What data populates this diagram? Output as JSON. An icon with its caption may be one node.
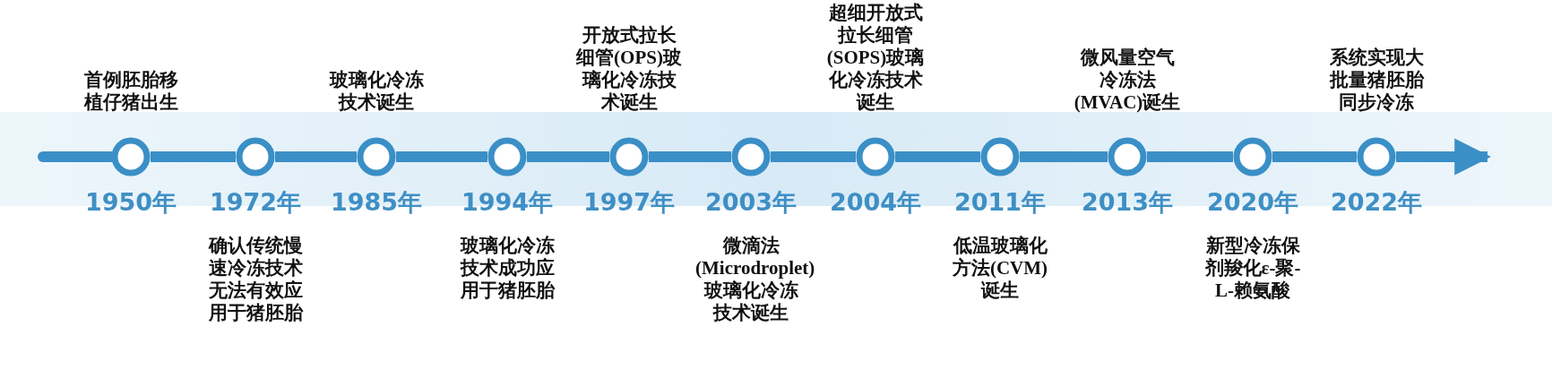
{
  "diagram": {
    "nodes": [
      {
        "text": [],
        "shape": "circle",
        "beside": [
          "1950年",
          "首例胚胎移植仔猪出生"
        ]
      },
      {
        "text": [],
        "shape": "circle",
        "beside": [
          "1972年",
          "确认传统慢速冷冻技术无法有效应用于猪胚胎"
        ]
      },
      {
        "text": [],
        "shape": "circle",
        "beside": [
          "1985年",
          "玻璃化冷冻技术诞生"
        ]
      },
      {
        "text": [],
        "shape": "circle",
        "beside": [
          "1994年",
          "玻璃化冷冻技术成功应用于猪胚胎"
        ]
      },
      {
        "text": [],
        "shape": "circle",
        "beside": [
          "1997年",
          "开放式拉长细管(OPS)玻璃化冷冻技术诞生"
        ]
      },
      {
        "text": [],
        "shape": "circle",
        "beside": [
          "2003年",
          "微滴法(Microdroplet)玻璃化冷冻技术诞生"
        ]
      },
      {
        "text": [],
        "shape": "circle",
        "beside": [
          "2004年",
          "超细开放式拉长细管(SOPS)玻璃化冷冻技术诞生"
        ]
      },
      {
        "text": [],
        "shape": "circle",
        "beside": [
          "2011年",
          "低温玻璃化方法(CVM)诞生"
        ]
      },
      {
        "text": [],
        "shape": "circle",
        "beside": [
          "2013年",
          "微风量空气冷冻法(MVAC)诞生"
        ]
      },
      {
        "text": [],
        "shape": "circle",
        "beside": [
          "2020年",
          "新型冷冻保剂羧化ε-聚-L-赖氨酸"
        ]
      },
      {
        "text": [],
        "shape": "circle",
        "beside": [
          "2022年",
          "系统实现大批量猪胚胎同步冷冻"
        ]
      }
    ],
    "edges": [
      {
        "from": null,
        "to": 0,
        "arrow": "none"
      },
      {
        "from": 0,
        "to": 1,
        "arrow": "none"
      },
      {
        "from": 1,
        "to": 2,
        "arrow": "none"
      },
      {
        "from": 2,
        "to": 3,
        "arrow": "none"
      },
      {
        "from": 3,
        "to": 4,
        "arrow": "none"
      },
      {
        "from": 4,
        "to": 5,
        "arrow": "none"
      },
      {
        "from": 5,
        "to": 6,
        "arrow": "none"
      },
      {
        "from": 6,
        "to": 7,
        "arrow": "none"
      },
      {
        "from": 7,
        "to": 8,
        "arrow": "none"
      },
      {
        "from": 8,
        "to": 9,
        "arrow": "none"
      },
      {
        "from": 9,
        "to": 10,
        "arrow": "none"
      },
      {
        "from": 10,
        "to": null,
        "arrow": "to"
      }
    ]
  }
}
